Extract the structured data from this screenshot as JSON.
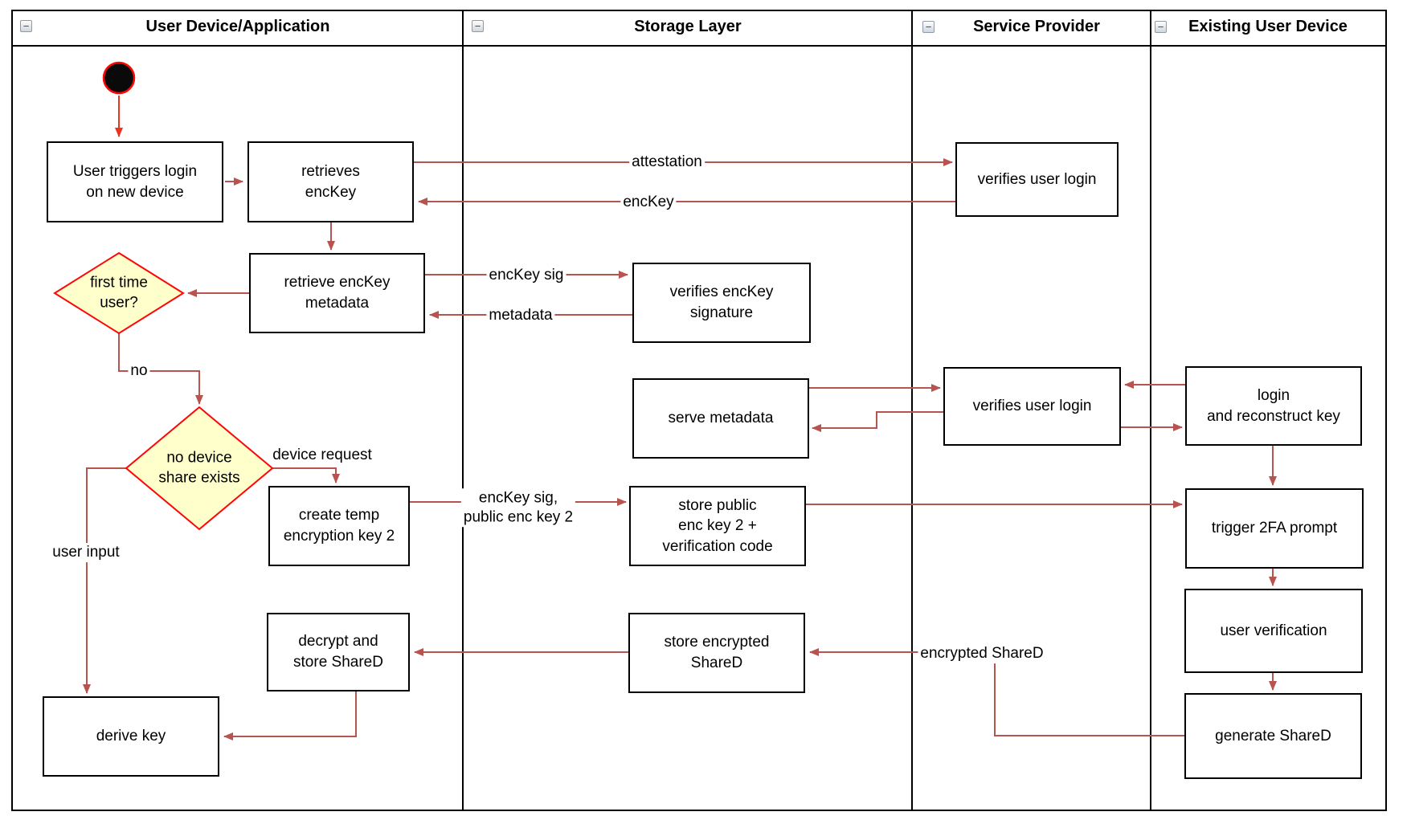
{
  "diagram": {
    "lanes": [
      {
        "title": "User Device/Application"
      },
      {
        "title": "Storage Layer"
      },
      {
        "title": "Service Provider"
      },
      {
        "title": "Existing User Device"
      }
    ],
    "collapse_glyph": "−",
    "nodes": {
      "user_triggers": "User triggers login\non new device",
      "retrieves_enckey": "retrieves\nencKey",
      "verifies_user_login_1": "verifies user login",
      "retrieve_enckey_metadata": "retrieve encKey\nmetadata",
      "first_time_user": "first time\nuser?",
      "verifies_enckey_signature": "verifies encKey\nsignature",
      "serve_metadata": "serve metadata",
      "verifies_user_login_2": "verifies user login",
      "login_reconstruct": "login\nand reconstruct key",
      "no_device_share": "no device\nshare exists",
      "create_temp_key": "create temp\nencryption key 2",
      "store_public_key": "store public\nenc key 2 +\nverification code",
      "trigger_2fa": "trigger 2FA prompt",
      "user_verification": "user verification",
      "decrypt_store_shared": "decrypt and\nstore ShareD",
      "store_encrypted_shared": "store encrypted\nShareD",
      "generate_shared": "generate ShareD",
      "derive_key": "derive key"
    },
    "edge_labels": {
      "attestation": "attestation",
      "enckey": "encKey",
      "enckey_sig": "encKey sig",
      "metadata": "metadata",
      "no": "no",
      "device_request": "device request",
      "enckey_sig_pub2": "encKey sig,\npublic enc key 2",
      "user_input": "user input",
      "encrypted_shared": "encrypted ShareD"
    },
    "colors": {
      "arrow": "#b85450",
      "start_arrow": "#ea3323",
      "decision_border": "#fe0606",
      "decision_fill": "#ffffcc",
      "start_fill": "#0a0a0a"
    }
  }
}
